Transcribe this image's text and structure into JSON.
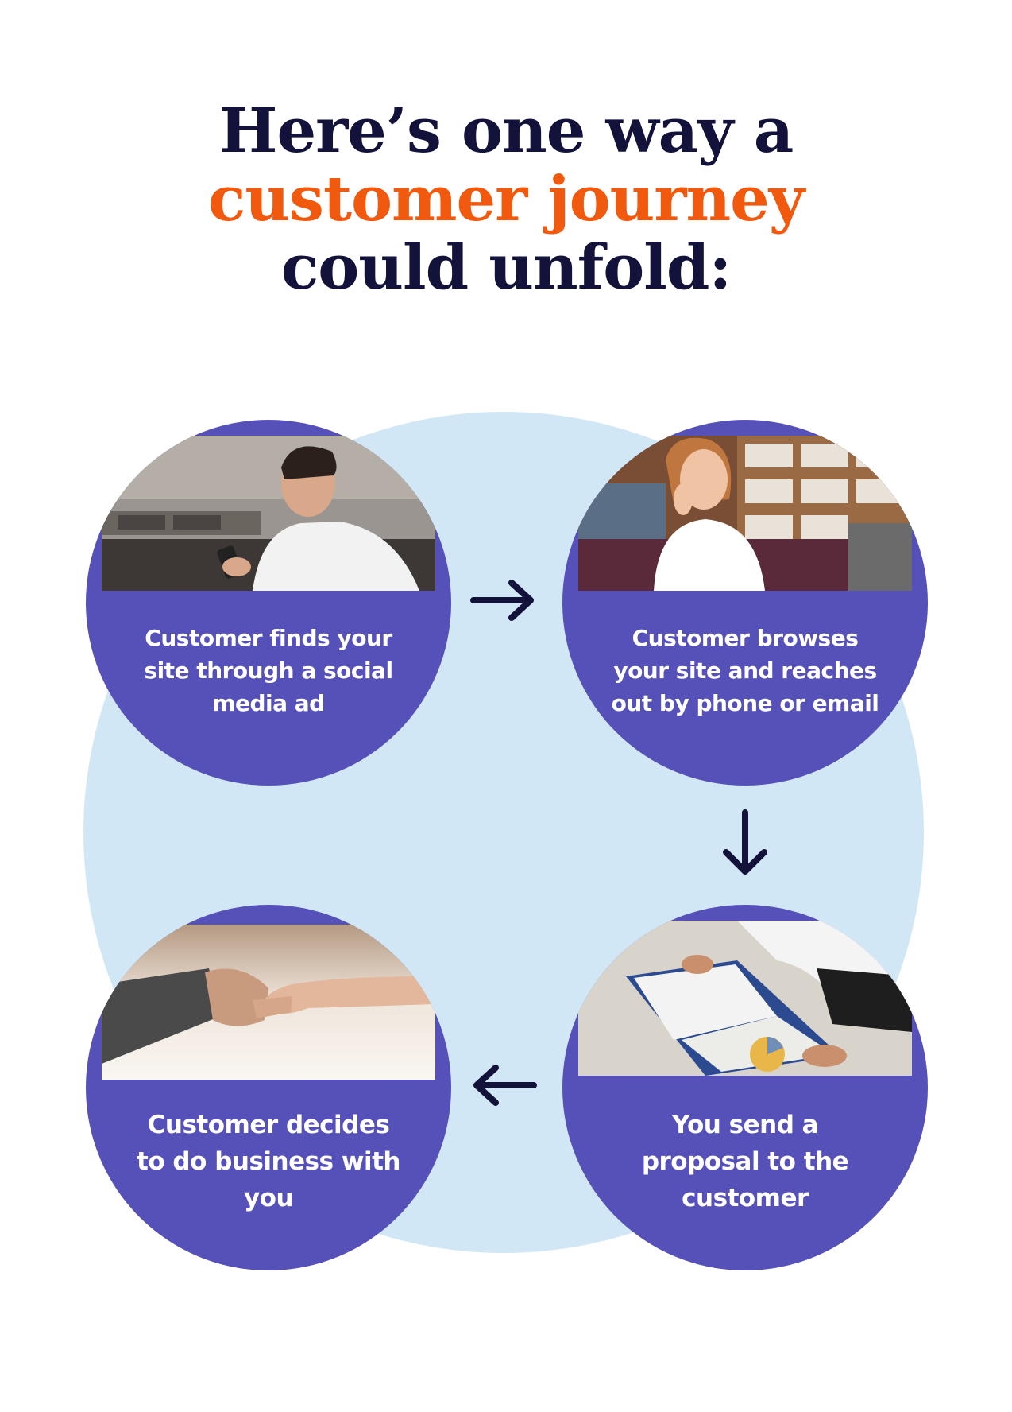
{
  "title": {
    "line1": "Here’s one way a",
    "line2_accent": "customer journey",
    "line3": "could unfold:"
  },
  "colors": {
    "title": "#12123a",
    "accent": "#f15a0e",
    "circle": "#5651b8",
    "background_blob": "#d2e7f5",
    "arrow": "#12123a"
  },
  "steps": [
    {
      "text": "Customer finds your site through a social media ad",
      "image": "man-looking-at-phone-photo"
    },
    {
      "text": "Customer browses your site and reaches out by phone or email",
      "image": "woman-on-phone-call-photo"
    },
    {
      "text": "You send a proposal to the customer",
      "image": "proposal-document-photo"
    },
    {
      "text": "Customer decides to do business with you",
      "image": "handshake-photo"
    }
  ],
  "arrows": [
    "arrow-right-icon",
    "arrow-down-icon",
    "arrow-left-icon"
  ]
}
